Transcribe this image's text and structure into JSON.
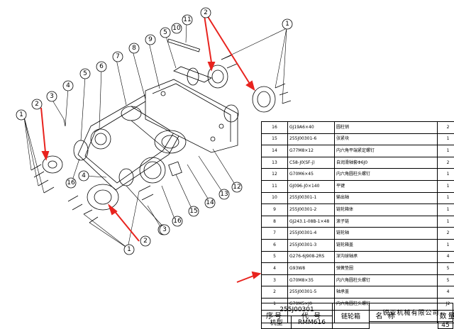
{
  "bom": {
    "header": {
      "no": "序号",
      "code": "代 号",
      "name": "名 称",
      "qty": "数量"
    },
    "rows": [
      {
        "no": "16",
        "code": "GJ19A6×40",
        "name": "圆柱销",
        "qty": "2"
      },
      {
        "no": "15",
        "code": "255J00301-6",
        "name": "张紧块",
        "qty": "1"
      },
      {
        "no": "14",
        "code": "G77M8×12",
        "name": "内六角平端紧定螺钉",
        "qty": "1"
      },
      {
        "no": "13",
        "code": "C58-J0(SF-j)",
        "name": "自润滑轴套Φ6J0",
        "qty": "2"
      },
      {
        "no": "12",
        "code": "G70M6×45",
        "name": "内六角圆柱头螺钉",
        "qty": "1"
      },
      {
        "no": "11",
        "code": "GJ096-J0×140",
        "name": "平键",
        "qty": "1"
      },
      {
        "no": "10",
        "code": "255J00301-1",
        "name": "输出轴",
        "qty": "1"
      },
      {
        "no": "9",
        "code": "255J00301-2",
        "name": "链轮箱体",
        "qty": "1"
      },
      {
        "no": "8",
        "code": "GJ243.1-08B-1×48",
        "name": "滚子链",
        "qty": "1"
      },
      {
        "no": "7",
        "code": "255J00301-4",
        "name": "链轮轴",
        "qty": "2"
      },
      {
        "no": "6",
        "code": "255J00301-3",
        "name": "链轮箱盖",
        "qty": "1"
      },
      {
        "no": "5",
        "code": "G276-6J908-2RS",
        "name": "深沟球轴承",
        "qty": "4"
      },
      {
        "no": "4",
        "code": "G93W8",
        "name": "弹簧垫圈",
        "qty": "5"
      },
      {
        "no": "3",
        "code": "G70M8×35",
        "name": "内六角圆柱头螺钉",
        "qty": "5"
      },
      {
        "no": "2",
        "code": "255J00301-5",
        "name": "轴承盖",
        "qty": "4"
      },
      {
        "no": "1",
        "code": "G70M5×J0",
        "name": "内六角圆柱头螺钉",
        "qty": "J2"
      }
    ]
  },
  "title_block": {
    "drawing_no": "255J00301",
    "model_label": "机型",
    "model": "RMM616",
    "part_name": "链轮箱",
    "company": "锐亚机械有限公司",
    "page": "45"
  },
  "balloons": [
    "1",
    "2",
    "3",
    "4",
    "5",
    "6",
    "7",
    "8",
    "9",
    "10",
    "11",
    "12",
    "13",
    "14",
    "15",
    "16"
  ],
  "colors": {
    "line": "#000000",
    "arrow": "#e8231e"
  }
}
